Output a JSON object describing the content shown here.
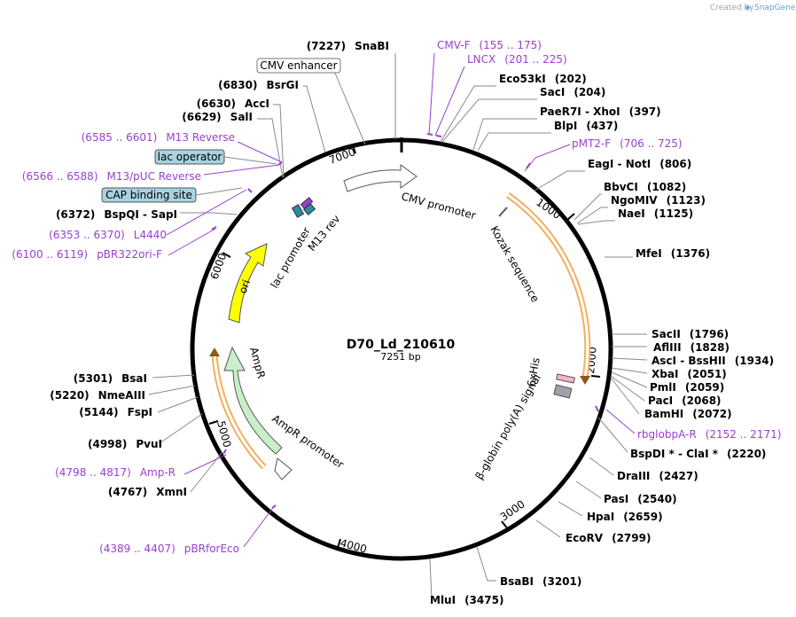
{
  "branding": {
    "prefix": "Created by",
    "name": "SnapGene"
  },
  "plasmid": {
    "name": "D70_Ld_210610",
    "length_label": "7251 bp",
    "length": 7251
  },
  "ticks": [
    "1000",
    "2000",
    "3000",
    "4000",
    "5000",
    "6000",
    "7000"
  ],
  "sites": [
    {
      "name": "SnaBI",
      "pos": "(7227)"
    },
    {
      "name": "Eco53kI",
      "pos": "(202)"
    },
    {
      "name": "SacI",
      "pos": "(204)"
    },
    {
      "name": "PaeR7I",
      "name2": "XhoI",
      "pos": "(397)"
    },
    {
      "name": "BlpI",
      "pos": "(437)"
    },
    {
      "name": "EagI",
      "name2": "NotI",
      "pos": "(806)"
    },
    {
      "name": "BbvCI",
      "pos": "(1082)"
    },
    {
      "name": "NgoMIV",
      "pos": "(1123)"
    },
    {
      "name": "NaeI",
      "pos": "(1125)"
    },
    {
      "name": "MfeI",
      "pos": "(1376)"
    },
    {
      "name": "SacII",
      "pos": "(1796)"
    },
    {
      "name": "AflIII",
      "pos": "(1828)"
    },
    {
      "name": "AscI",
      "name2": "BssHII",
      "pos": "(1934)"
    },
    {
      "name": "XbaI",
      "pos": "(2051)"
    },
    {
      "name": "PmlI",
      "pos": "(2059)"
    },
    {
      "name": "PacI",
      "pos": "(2068)"
    },
    {
      "name": "BamHI",
      "pos": "(2072)"
    },
    {
      "name": "BspDI *",
      "name2": "ClaI *",
      "pos": "(2220)"
    },
    {
      "name": "DraIII",
      "pos": "(2427)"
    },
    {
      "name": "PasI",
      "pos": "(2540)"
    },
    {
      "name": "HpaI",
      "pos": "(2659)"
    },
    {
      "name": "EcoRV",
      "pos": "(2799)"
    },
    {
      "name": "BsaBI",
      "pos": "(3201)"
    },
    {
      "name": "MluI",
      "pos": "(3475)"
    },
    {
      "name": "XmnI",
      "pos": "(4767)"
    },
    {
      "name": "PvuI",
      "pos": "(4998)"
    },
    {
      "name": "FspI",
      "pos": "(5144)"
    },
    {
      "name": "NmeAIII",
      "pos": "(5220)"
    },
    {
      "name": "BsaI",
      "pos": "(5301)"
    },
    {
      "name": "BspQI",
      "name2": "SapI",
      "pos": "(6372)"
    },
    {
      "name": "SalI",
      "pos": "(6629)"
    },
    {
      "name": "AccI",
      "pos": "(6630)"
    },
    {
      "name": "BsrGI",
      "pos": "(6830)"
    }
  ],
  "primers": [
    {
      "name": "CMV-F",
      "range": "(155 .. 175)"
    },
    {
      "name": "LNCX",
      "range": "(201 .. 225)"
    },
    {
      "name": "pMT2-F",
      "range": "(706 .. 725)"
    },
    {
      "name": "rbglobpA-R",
      "range": "(2152 .. 2171)"
    },
    {
      "name": "pBRforEco",
      "range": "(4389 .. 4407)"
    },
    {
      "name": "Amp-R",
      "range": "(4798 .. 4817)"
    },
    {
      "name": "pBR322ori-F",
      "range": "(6100 .. 6119)"
    },
    {
      "name": "L4440",
      "range": "(6353 .. 6370)"
    },
    {
      "name": "M13/pUC Reverse",
      "range": "(6566 .. 6588)"
    },
    {
      "name": "M13 Reverse",
      "range": "(6585 .. 6601)"
    }
  ],
  "boxed_features": [
    {
      "name": "CMV enhancer",
      "color": "#ffffff"
    },
    {
      "name": "lac operator",
      "color": "#a7d3e0"
    },
    {
      "name": "CAP binding site",
      "color": "#a7d3e0"
    }
  ],
  "features": [
    {
      "name": "CMV promoter",
      "color": "#ffffff"
    },
    {
      "name": "Kozak sequence"
    },
    {
      "name": "6xHis"
    },
    {
      "name": "β-globin poly(A) signal",
      "color": "#a0a0a8"
    },
    {
      "name": "AmpR promoter",
      "color": "#ffffff"
    },
    {
      "name": "AmpR",
      "color": "#c8f0c8"
    },
    {
      "name": "ori",
      "color": "#ffff00"
    },
    {
      "name": "lac promoter",
      "color": "#ffffff"
    },
    {
      "name": "M13 rev"
    }
  ],
  "colors": {
    "primer": "#9a3fd0",
    "orf_outline": "#f0b060",
    "backbone": "#000000"
  }
}
